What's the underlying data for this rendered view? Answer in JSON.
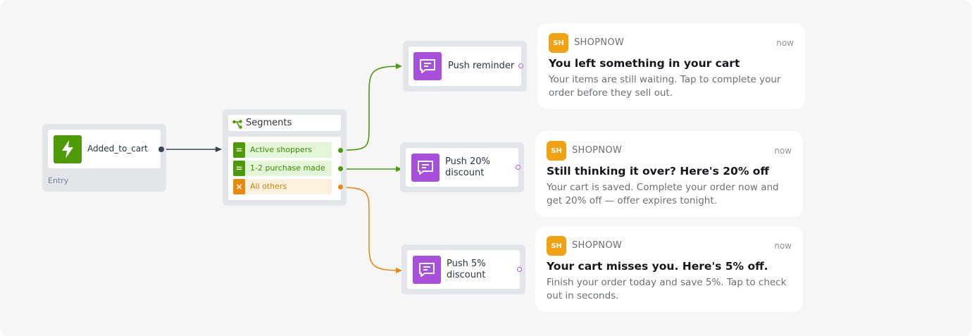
{
  "entry": {
    "event_label": "Added_to_cart",
    "caption": "Entry",
    "icon": "lightning-bolt-icon",
    "accent": "#4c9a06"
  },
  "segments": {
    "title": "Segments",
    "icon": "split-branch-icon",
    "items": [
      {
        "label": "Active shoppers",
        "badge": "=",
        "color": "#4c9a06",
        "bg": "#e3f6d8"
      },
      {
        "label": "1-2 purchase made",
        "badge": "=",
        "color": "#4c9a06",
        "bg": "#e3f6d8"
      },
      {
        "label": "All others",
        "badge": "×",
        "color": "#e88a0e",
        "bg": "#fdf1dd"
      }
    ]
  },
  "push_nodes": [
    {
      "label": "Push reminder",
      "icon": "message-icon"
    },
    {
      "label": "Push 20% discount",
      "icon": "message-icon"
    },
    {
      "label": "Push 5% discount",
      "icon": "message-icon"
    }
  ],
  "notifications": [
    {
      "avatar": "SH",
      "app": "SHOPNOW",
      "time": "now",
      "title": "You left something in your cart",
      "body": "Your items are still waiting. Tap to complete your order before they sell out."
    },
    {
      "avatar": "SH",
      "app": "SHOPNOW",
      "time": "now",
      "title": "Still thinking it over? Here's 20% off",
      "body": "Your cart is saved. Complete your order now and get 20% off — offer expires tonight."
    },
    {
      "avatar": "SH",
      "app": "SHOPNOW",
      "time": "now",
      "title": "Your cart misses you. Here's 5% off.",
      "body": "Finish your order today and save 5%. Tap to check out in seconds."
    }
  ],
  "colors": {
    "link_entry": "#3b4454",
    "link_green": "#4c9a06",
    "link_orange": "#e88a0e",
    "push_accent": "#a84fdb",
    "app_avatar": "#f2a112"
  }
}
